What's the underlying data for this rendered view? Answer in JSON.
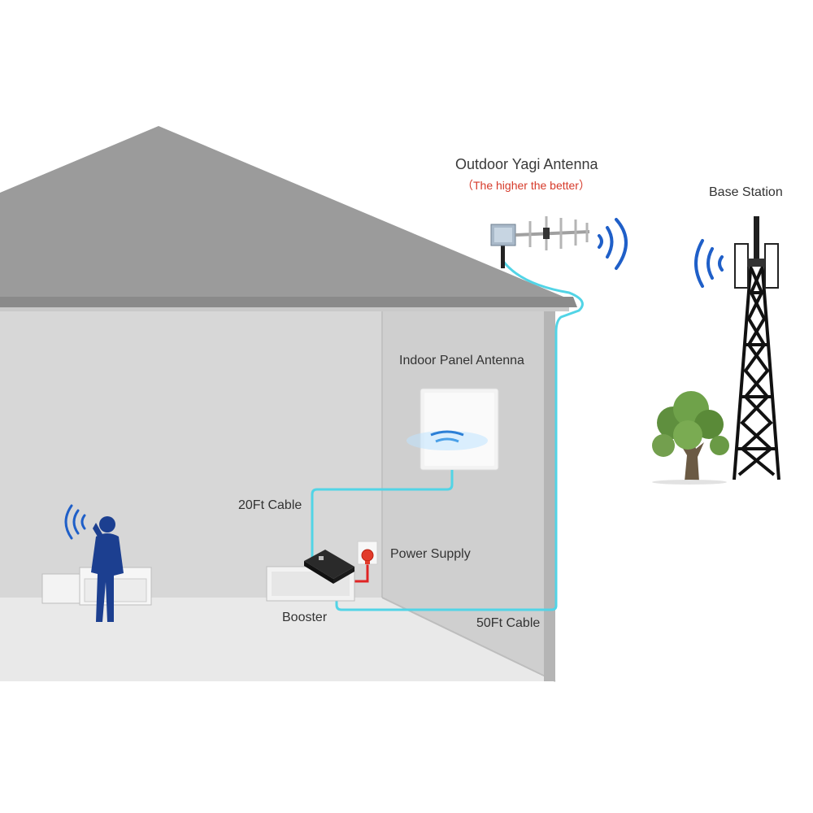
{
  "labels": {
    "outdoor_antenna": "Outdoor Yagi Antenna",
    "outdoor_note": "（The higher the better）",
    "base_station": "Base Station",
    "indoor_antenna": "Indoor Panel Antenna",
    "cable_20ft": "20Ft Cable",
    "power_supply": "Power Supply",
    "booster": "Booster",
    "cable_50ft": "50Ft Cable"
  },
  "colors": {
    "cable": "#4fd8e8",
    "signal": "#1f5fc8",
    "power_line": "#e01e1e",
    "roof": "#9a9a9a",
    "wall": "#d9d9d9",
    "floor": "#e8e8e8",
    "person": "#1b3f8f"
  }
}
